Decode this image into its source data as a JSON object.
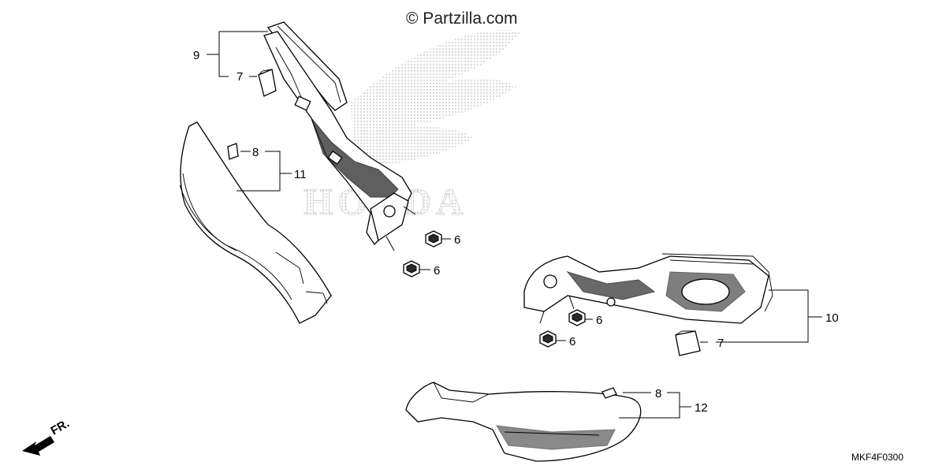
{
  "copyright": "© Partzilla.com",
  "watermark_text": "HONDA",
  "diagram_code": "MKF4F0300",
  "front_marker": "FR.",
  "labels": {
    "l9": "9",
    "l7a": "7",
    "l8a": "8",
    "l11": "11",
    "l6a": "6",
    "l6b": "6",
    "l10": "10",
    "l6c": "6",
    "l6d": "6",
    "l7b": "7",
    "l8b": "8",
    "l12": "12"
  },
  "colors": {
    "ink": "#000000",
    "watermark": "#c8c8c8"
  }
}
